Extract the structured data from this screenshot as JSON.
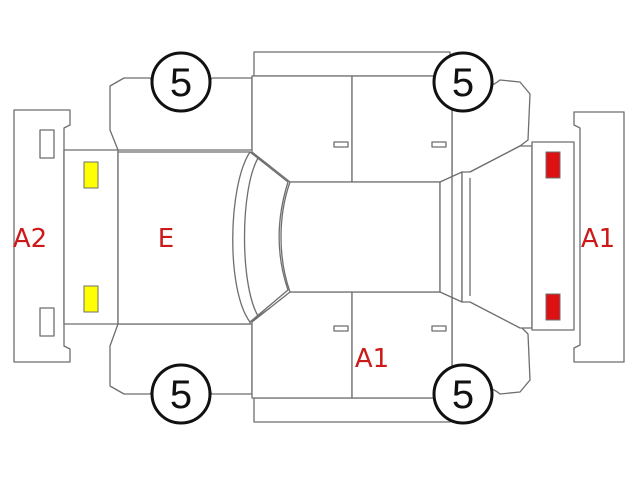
{
  "diagram": {
    "damage_codes": {
      "front_bumper": "A1",
      "rear_bumper": "A2",
      "hood": "E",
      "lower_right_door": "A1"
    },
    "tire_tread": {
      "front_left": "5",
      "front_right": "5",
      "rear_left": "5",
      "rear_right": "5"
    },
    "colors": {
      "code_text": "#cc1a1a",
      "rear_lamp": "#ffff00",
      "front_lamp": "#dd1111",
      "outline": "#6e6e6e"
    }
  }
}
